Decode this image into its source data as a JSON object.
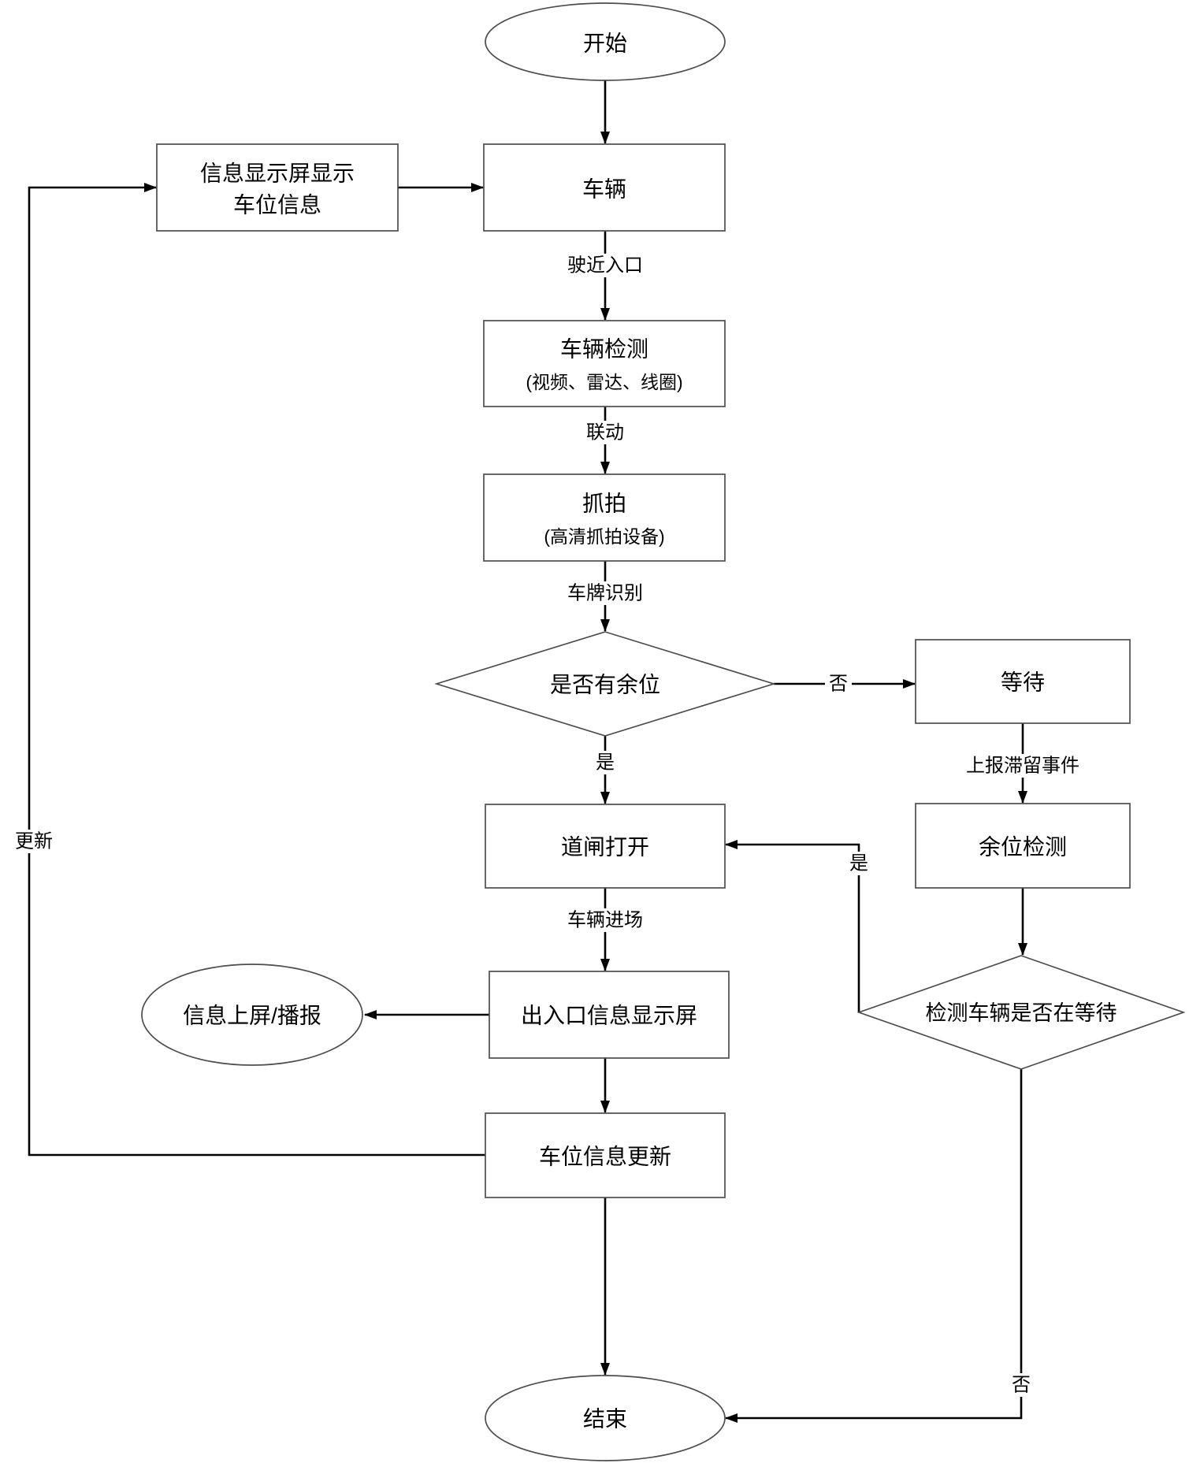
{
  "diagram": {
    "title": "parking-entrance-flowchart",
    "nodes": {
      "start": {
        "label": "开始"
      },
      "info_display": {
        "line1": "信息显示屏显示",
        "line2": "车位信息"
      },
      "vehicle": {
        "label": "车辆"
      },
      "vehicle_detect": {
        "line1": "车辆检测",
        "line2": "(视频、雷达、线圈)"
      },
      "capture": {
        "line1": "抓拍",
        "line2": "(高清抓拍设备)"
      },
      "has_space_decision": {
        "label": "是否有余位"
      },
      "wait": {
        "label": "等待"
      },
      "space_detect": {
        "label": "余位检测"
      },
      "gate_open": {
        "label": "道闸打开"
      },
      "entrance_display": {
        "label": "出入口信息显示屏"
      },
      "info_broadcast": {
        "label": "信息上屏/播报"
      },
      "space_update": {
        "label": "车位信息更新"
      },
      "waiting_decision": {
        "label": "检测车辆是否在等待"
      },
      "end": {
        "label": "结束"
      }
    },
    "edge_labels": {
      "approach_entrance": "驶近入口",
      "linkage": "联动",
      "plate_recognition": "车牌识别",
      "yes_has_space": "是",
      "no_has_space": "否",
      "report_stay_event": "上报滞留事件",
      "vehicle_enter": "车辆进场",
      "update": "更新",
      "yes_waiting": "是",
      "no_waiting": "否"
    },
    "colors": {
      "background": "#ffffff",
      "edge_stroke": "#000000",
      "shape_border": "#4d4d4d",
      "text": "#000000"
    }
  }
}
